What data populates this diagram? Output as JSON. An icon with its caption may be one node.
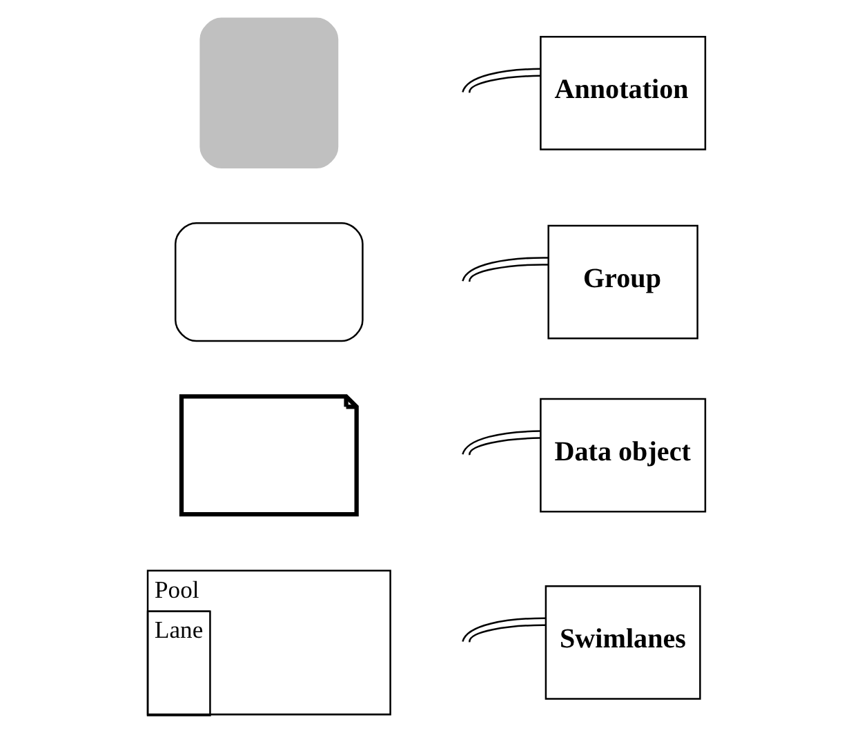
{
  "diagram": {
    "nodes": [
      {
        "text": [
          "Pool",
          "Lane"
        ]
      },
      {
        "text": [
          "Swimlanes"
        ]
      },
      {
        "text": [],
        "shape": "document"
      },
      {
        "text": [
          "Data object"
        ]
      },
      {
        "text": [],
        "shape": "box"
      },
      {
        "text": [
          "Group"
        ]
      },
      {
        "text": [],
        "shape": "box"
      },
      {
        "text": [
          "Annotation"
        ]
      }
    ],
    "edges": [
      {
        "from": 1,
        "to": null,
        "arrow": "none"
      },
      {
        "from": 3,
        "to": null,
        "arrow": "none"
      },
      {
        "from": 5,
        "to": null,
        "arrow": "none"
      },
      {
        "from": 7,
        "to": null,
        "arrow": "none"
      }
    ]
  }
}
